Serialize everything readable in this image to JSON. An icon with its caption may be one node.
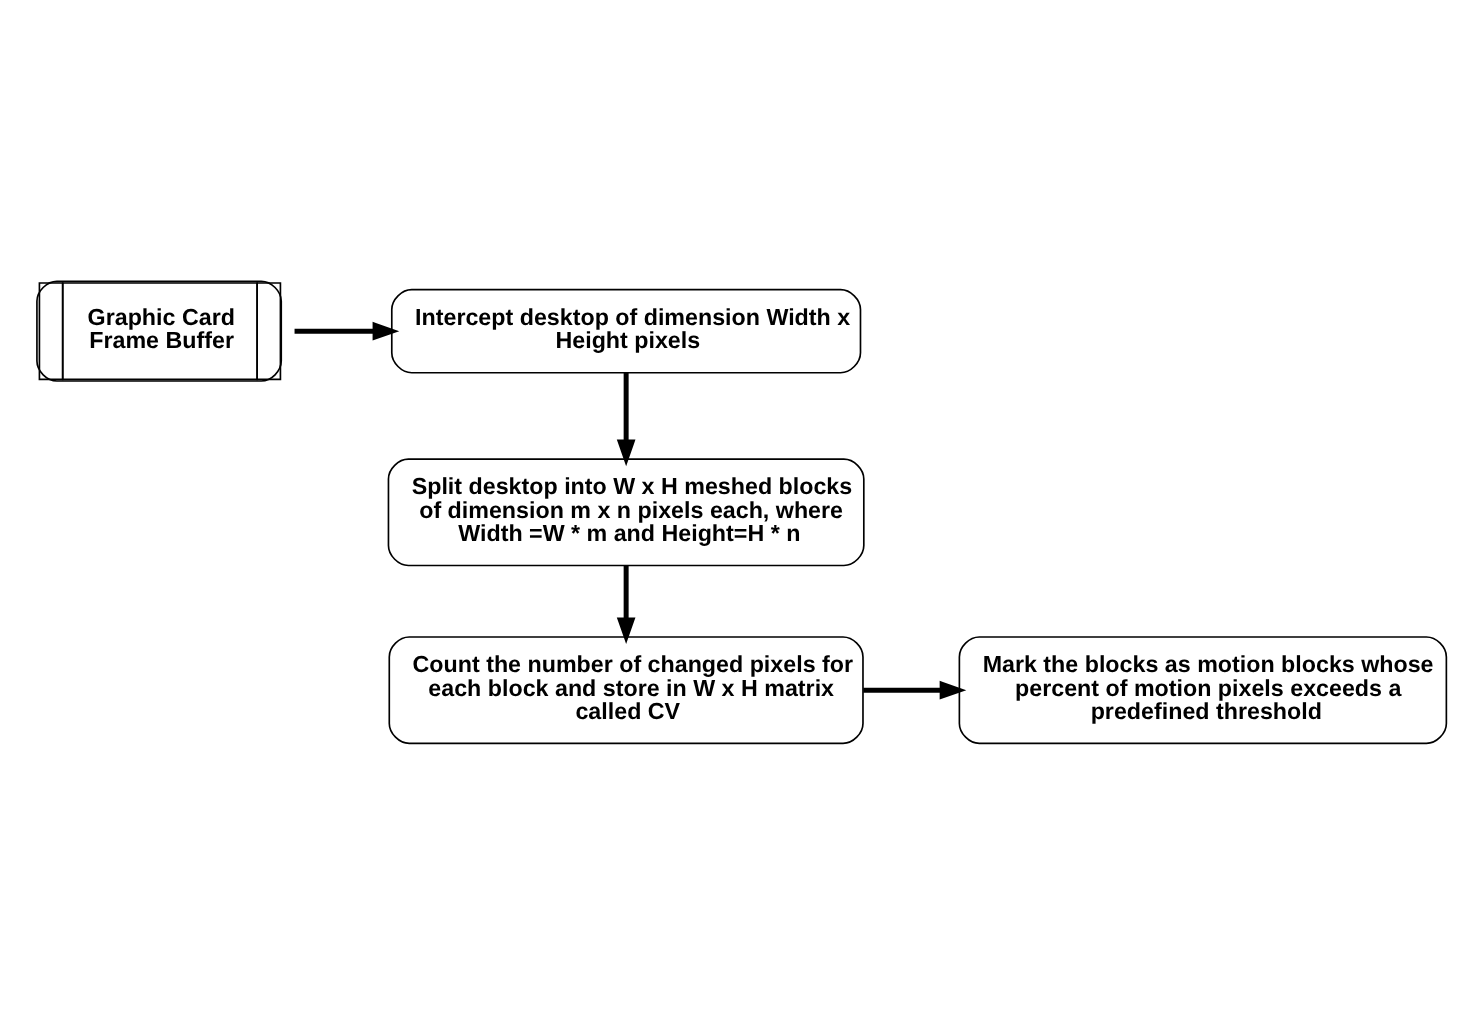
{
  "diagram": {
    "nodes": [
      {
        "text": [
          "Graphic Card Frame Buffer"
        ]
      },
      {
        "text": [
          "Intercept desktop of dimension Width x Height pixels"
        ]
      },
      {
        "text": [
          "Split desktop into W x H meshed blocks of dimension m x n pixels each, where Width =W * m and Height=H * n"
        ]
      },
      {
        "text": [
          "Count the number of changed pixels for each block and store in W x H matrix called CV"
        ]
      },
      {
        "text": [
          "Mark the blocks as motion blocks whose percent of motion pixels exceeds a predefined threshold"
        ]
      }
    ],
    "edges": [
      {
        "from": 0,
        "to": 1,
        "arrow": "to"
      },
      {
        "from": 1,
        "to": 2,
        "arrow": "to"
      },
      {
        "from": 2,
        "to": 3,
        "arrow": "to"
      },
      {
        "from": 3,
        "to": 4,
        "arrow": "to"
      }
    ]
  }
}
